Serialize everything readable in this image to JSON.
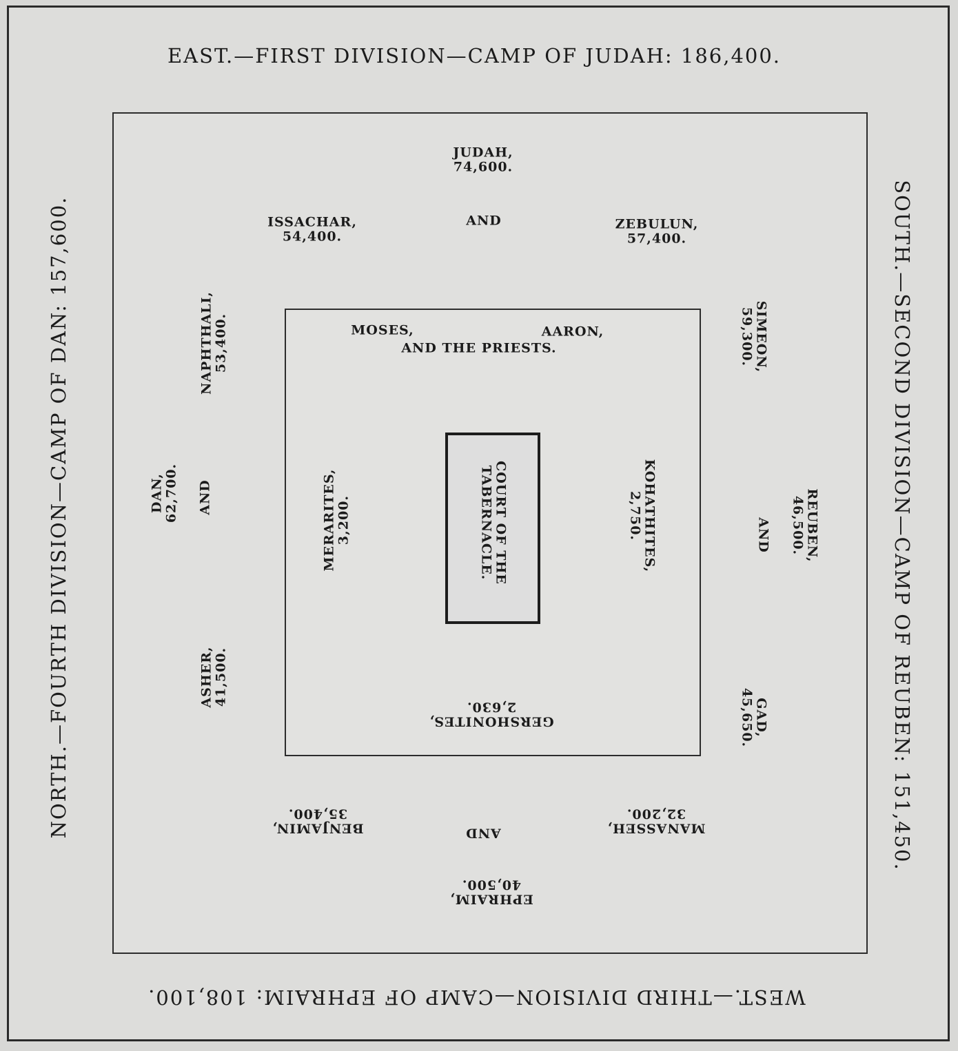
{
  "headings": {
    "east": "EAST.—FIRST DIVISION—CAMP OF JUDAH: 186,400.",
    "south": "SOUTH.—SECOND DIVISION—CAMP OF REUBEN: 151,450.",
    "west": "WEST.—THIRD DIVISION—CAMP OF EPHRAIM: 108,100.",
    "north": "NORTH.—FOURTH DIVISION—CAMP OF DAN: 157,600."
  },
  "tribes": {
    "judah": {
      "name": "JUDAH,",
      "count": "74,600."
    },
    "issachar": {
      "name": "ISSACHAR,",
      "count": "54,400."
    },
    "zebulun": {
      "name": "ZEBULUN,",
      "count": "57,400."
    },
    "east_and": "AND",
    "simeon": {
      "name": "SIMEON,",
      "count": "59,300."
    },
    "reuben": {
      "name": "REUBEN,",
      "count": "46,500."
    },
    "gad": {
      "name": "GAD,",
      "count": "45,650."
    },
    "south_and": "AND",
    "ephraim": {
      "name": "EPHRAIM,",
      "count": "40,500."
    },
    "manasseh": {
      "name": "MANASSEH,",
      "count": "32,200."
    },
    "benjamin": {
      "name": "BENJAMIN,",
      "count": "35,400."
    },
    "west_and": "AND",
    "dan": {
      "name": "DAN,",
      "count": "62,700."
    },
    "naphthali": {
      "name": "NAPHTHALI,",
      "count": "53,400."
    },
    "asher": {
      "name": "ASHER,",
      "count": "41,500."
    },
    "north_and": "AND"
  },
  "levites": {
    "moses": "MOSES,",
    "aaron": "AARON,",
    "priests": "AND THE PRIESTS.",
    "kohathites": {
      "name": "KOHATHITES,",
      "count": "2,750."
    },
    "merarites": {
      "name": "MERARITES,",
      "count": "3,200."
    },
    "gershonites": {
      "name": "GERSHONITES,",
      "count": "2,630."
    }
  },
  "court": {
    "line1": "COURT OF THE",
    "line2": "TABERNACLE."
  }
}
